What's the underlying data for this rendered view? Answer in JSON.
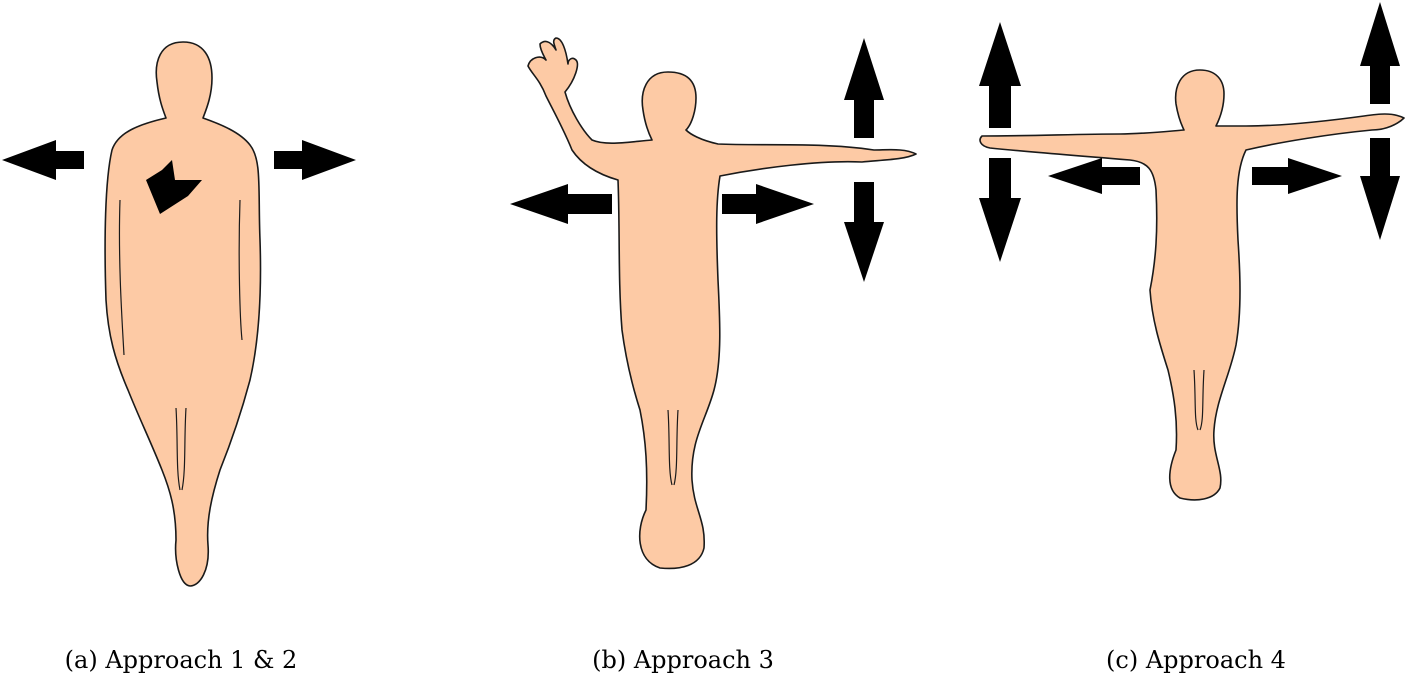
{
  "colors": {
    "skin": "#fdcaa5",
    "outline": "#1a1a1a",
    "arrow": "#000000",
    "background": "#ffffff"
  },
  "panels": [
    {
      "caption": "(a) Approach 1 & 2",
      "pose": "arms-down",
      "arrows": [
        "left",
        "right",
        "chest-diagonal"
      ]
    },
    {
      "caption": "(b) Approach 3",
      "pose": "one-arm-raised-one-horizontal",
      "arrows": [
        "left",
        "right",
        "up",
        "down"
      ]
    },
    {
      "caption": "(c) Approach 4",
      "pose": "arms-horizontal",
      "arrows": [
        "left",
        "right",
        "up-left",
        "down-left",
        "up-right",
        "down-right"
      ]
    }
  ]
}
